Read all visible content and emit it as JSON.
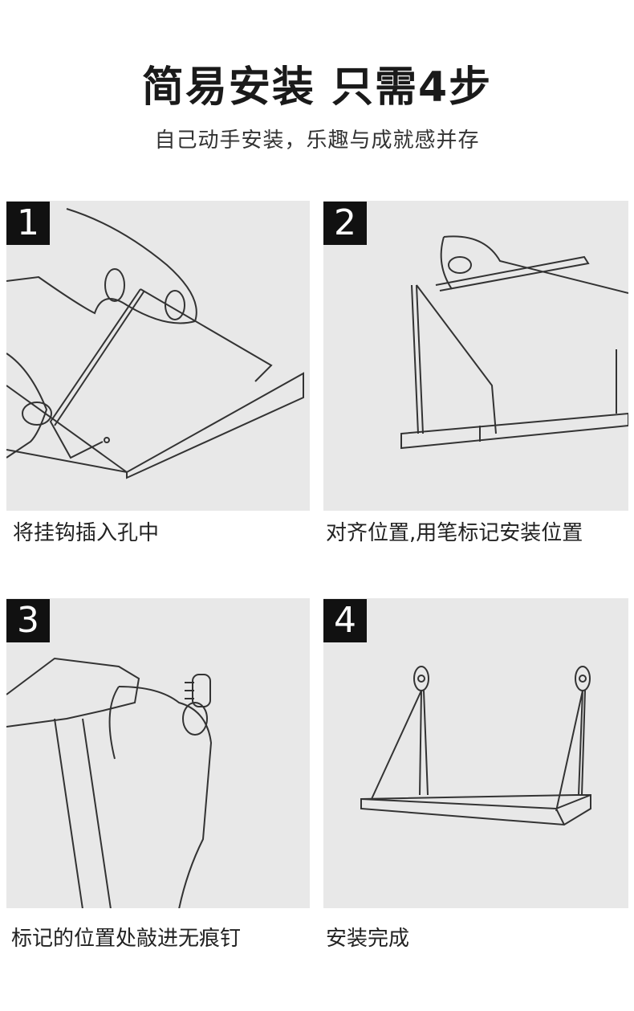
{
  "header": {
    "title": "简易安装 只需4步",
    "subtitle": "自己动手安装，乐趣与成就感并存"
  },
  "steps": [
    {
      "number": "1",
      "caption": "将挂钩插入孔中"
    },
    {
      "number": "2",
      "caption": "对齐位置,用笔标记安装位置"
    },
    {
      "number": "3",
      "caption": "标记的位置处敲进无痕钉"
    },
    {
      "number": "4",
      "caption": "安装完成"
    }
  ]
}
